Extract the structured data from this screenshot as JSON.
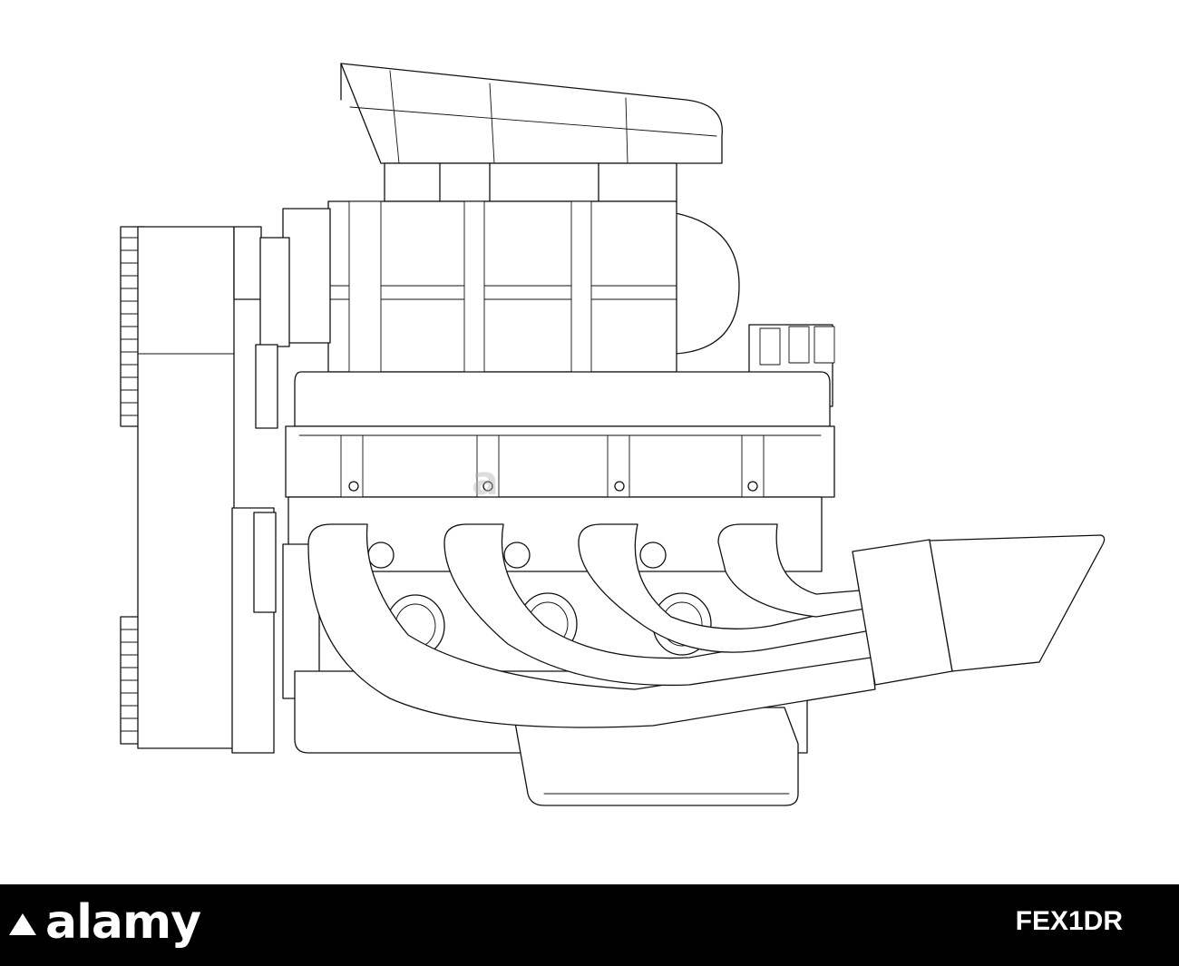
{
  "watermark": {
    "text": "a",
    "label": "alamy"
  },
  "footer": {
    "brand": "alamy",
    "image_id": "FEX1DR",
    "colors": {
      "background": "#000000",
      "text": "#ffffff"
    }
  },
  "illustration": {
    "subject": "engine-line-drawing-icon",
    "line_color": "#111111",
    "background_color": "#ffffff"
  }
}
